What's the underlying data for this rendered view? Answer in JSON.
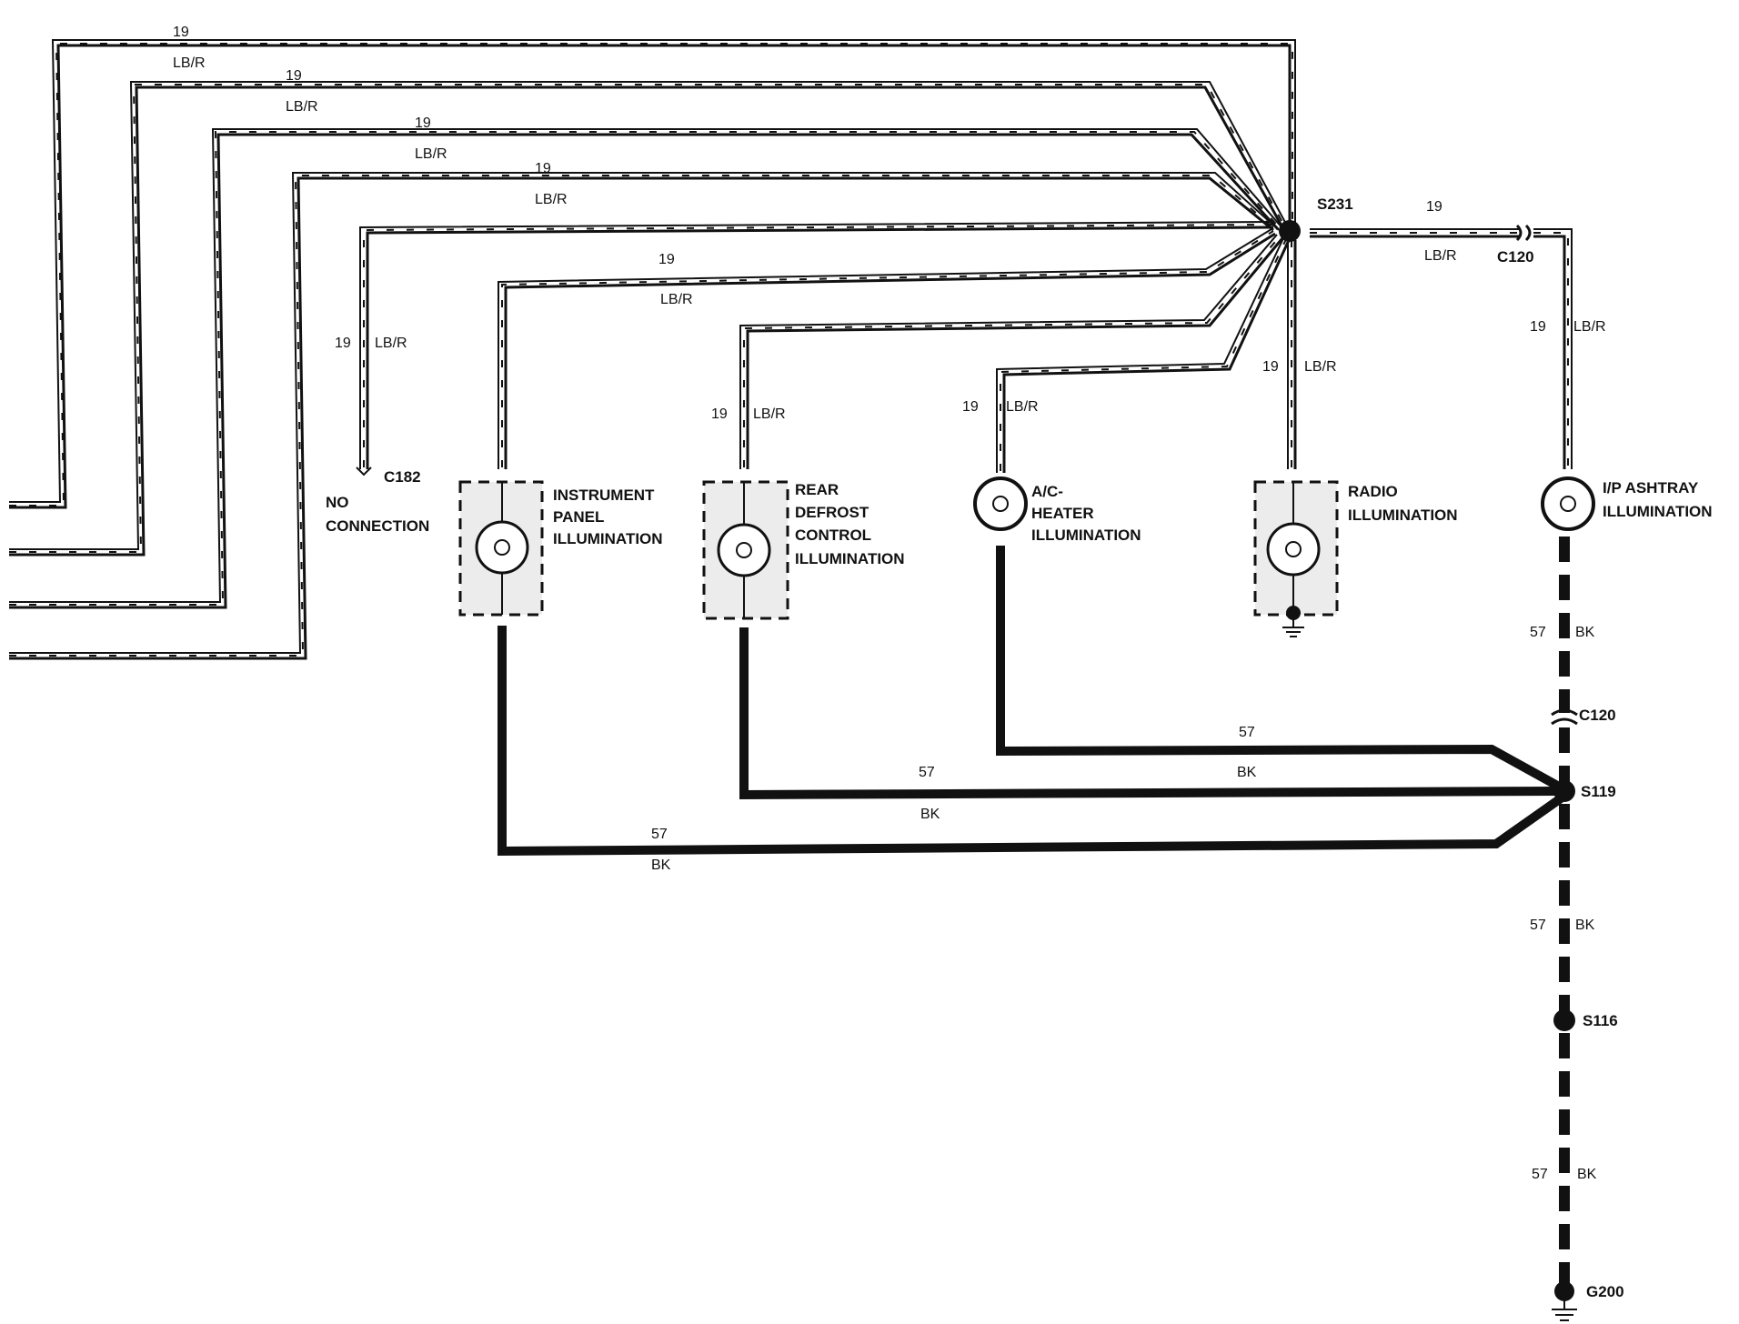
{
  "wire_labels": {
    "lbr_circuit": "19",
    "lbr_color": "LB/R",
    "bk_circuit": "57",
    "bk_color": "BK"
  },
  "splices": {
    "s231": "S231",
    "s119": "S119",
    "s116": "S116"
  },
  "connectors": {
    "c120_top": "C120",
    "c120_bottom": "C120",
    "c182": "C182"
  },
  "ground": {
    "g200": "G200"
  },
  "no_connection": [
    "NO",
    "CONNECTION"
  ],
  "components": {
    "instrument_panel": [
      "INSTRUMENT",
      "PANEL",
      "ILLUMINATION"
    ],
    "rear_defrost": [
      "REAR",
      "DEFROST",
      "CONTROL",
      "ILLUMINATION"
    ],
    "ac_heater": [
      "A/C-",
      "HEATER",
      "ILLUMINATION"
    ],
    "radio": [
      "RADIO",
      "ILLUMINATION"
    ],
    "ashtray": [
      "I/P ASHTRAY",
      "ILLUMINATION"
    ]
  },
  "colors": {
    "ink": "#111111",
    "bulb_fill": "#e8e8e8"
  }
}
